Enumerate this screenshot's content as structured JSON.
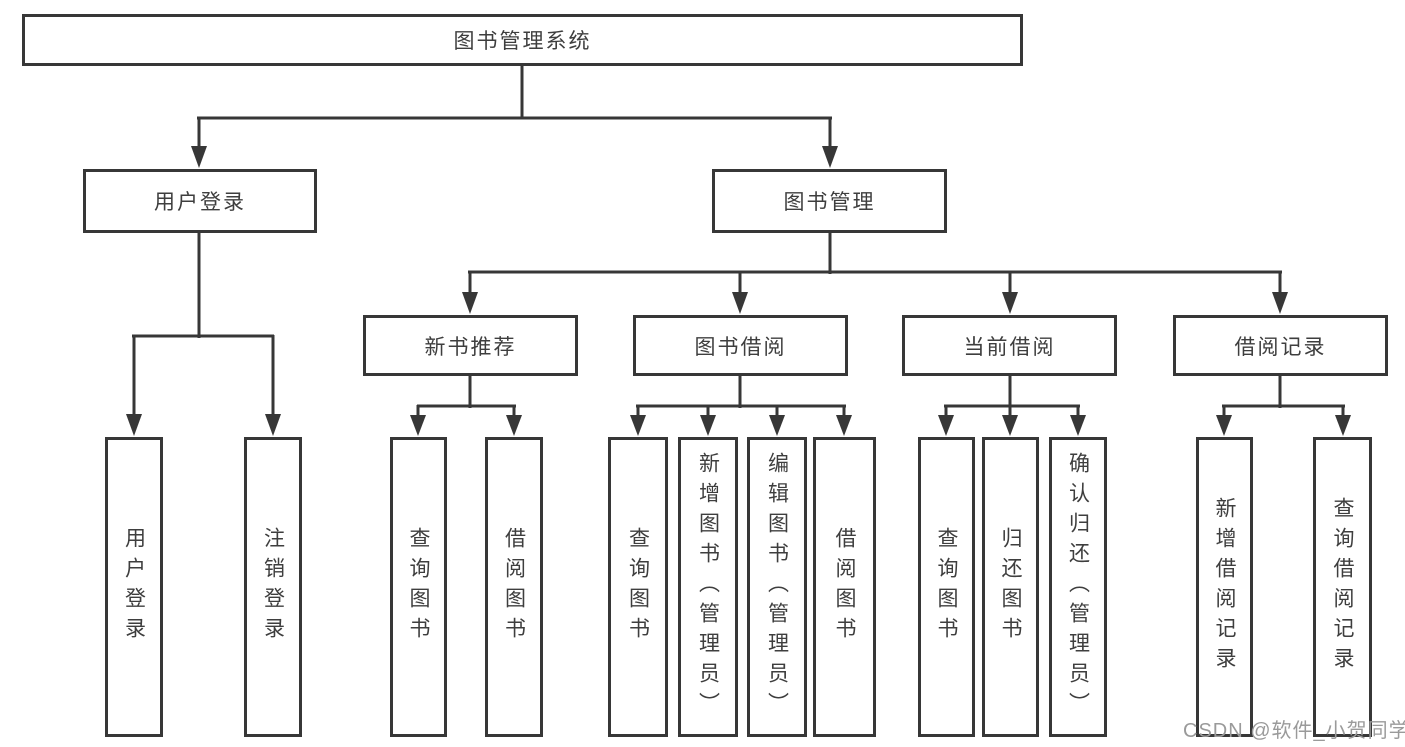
{
  "diagram": {
    "title": "图书管理系统",
    "level2": [
      {
        "label": "用户登录"
      },
      {
        "label": "图书管理"
      }
    ],
    "level3": [
      {
        "label": "新书推荐"
      },
      {
        "label": "图书借阅"
      },
      {
        "label": "当前借阅"
      },
      {
        "label": "借阅记录"
      }
    ],
    "leaves": {
      "user": [
        "用户登录",
        "注销登录"
      ],
      "recommend": [
        "查询图书",
        "借阅图书"
      ],
      "borrow": [
        "查询图书",
        "新增图书（管理员）",
        "编辑图书（管理员）",
        "借阅图书"
      ],
      "current": [
        "查询图书",
        "归还图书",
        "确认归还（管理员）"
      ],
      "records": [
        "新增借阅记录",
        "查询借阅记录"
      ]
    },
    "watermark": "CSDN @软件_小贺同学",
    "colors": {
      "line": "#373737",
      "box_border": "#373737",
      "text": "#3e3e3e",
      "watermark": "#9a9a9a",
      "background": "#ffffff"
    }
  }
}
